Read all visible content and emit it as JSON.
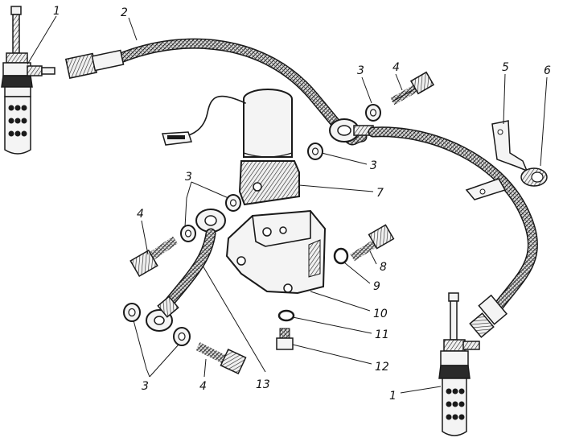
{
  "callouts": {
    "c1a": "1",
    "c2": "2",
    "c3a": "3",
    "c4a": "4",
    "c5": "5",
    "c6": "6",
    "c3b": "3",
    "c7": "7",
    "c3c": "3",
    "c4b": "4",
    "c8": "8",
    "c9": "9",
    "c10": "10",
    "c11": "11",
    "c12": "12",
    "c13": "13",
    "c3d": "3",
    "c4c": "4",
    "c1b": "1"
  },
  "colors": {
    "ink": "#1a1a1a",
    "paper": "#ffffff"
  }
}
